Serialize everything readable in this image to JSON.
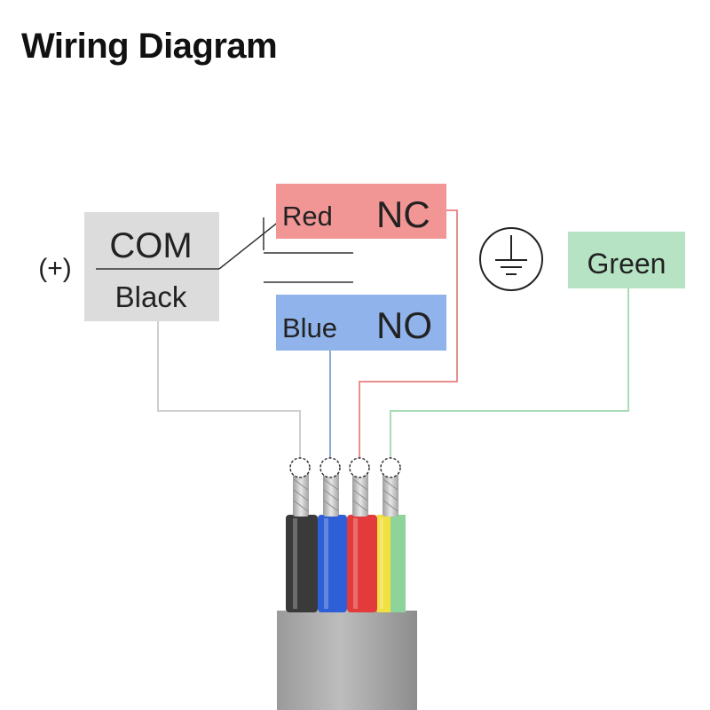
{
  "page": {
    "title": "Wiring Diagram"
  },
  "labels": {
    "plus": "(+)",
    "com": "COM",
    "black": "Black",
    "red": "Red",
    "nc": "NC",
    "blue": "Blue",
    "no": "NO",
    "green": "Green"
  },
  "colors": {
    "com_box": "#dcdcdc",
    "nc_box": "#f29595",
    "no_box": "#8fb3ea",
    "green_box": "#b6e3c3",
    "black_line": "#cfcfcf",
    "blue_line": "#8aa8d8",
    "red_line": "#e8908e",
    "green_line": "#a8dcb6",
    "wire_black": "#3a3a3a",
    "wire_blue": "#2e5fd6",
    "wire_red": "#e33b3b",
    "wire_yellow": "#f0e040",
    "wire_green": "#8ed49a",
    "jacket": "#a9a9a9",
    "strands": "#c8c8c8"
  },
  "icons": [
    "ground-icon",
    "crimp-circle-icon"
  ]
}
